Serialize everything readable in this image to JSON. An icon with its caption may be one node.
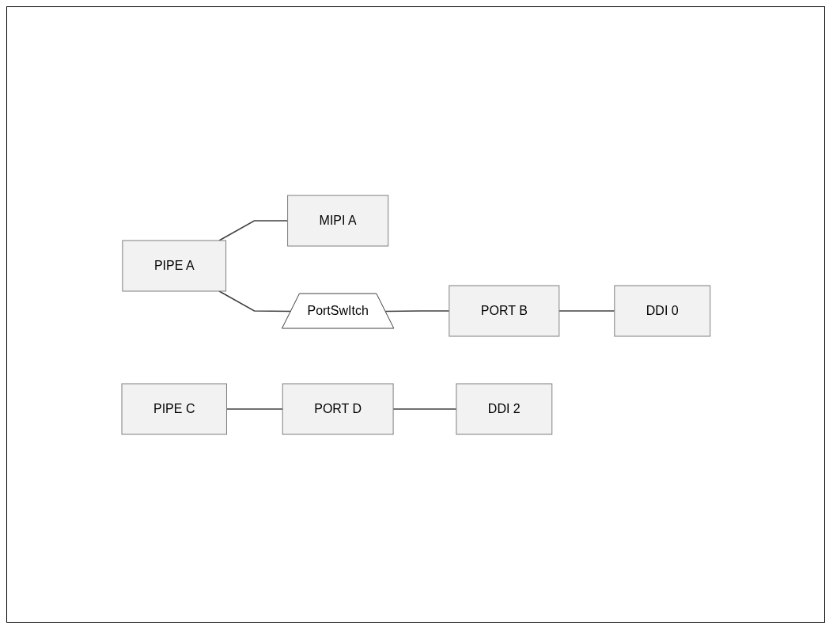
{
  "diagram": {
    "nodes": [
      {
        "text": [
          "PIPE A"
        ]
      },
      {
        "text": [
          "MIPI A"
        ]
      },
      {
        "text": [
          "PortSwItch"
        ]
      },
      {
        "text": [
          "PORT B"
        ]
      },
      {
        "text": [
          "DDI 0"
        ]
      },
      {
        "text": [
          "PIPE C"
        ]
      },
      {
        "text": [
          "PORT D"
        ]
      },
      {
        "text": [
          "DDI 2"
        ]
      }
    ],
    "edges": [
      {
        "from": 0,
        "to": 1,
        "arrow": "none"
      },
      {
        "from": 0,
        "to": 2,
        "arrow": "none"
      },
      {
        "from": 2,
        "to": 3,
        "arrow": "none"
      },
      {
        "from": 3,
        "to": 4,
        "arrow": "none"
      },
      {
        "from": 5,
        "to": 6,
        "arrow": "none"
      },
      {
        "from": 6,
        "to": 7,
        "arrow": "none"
      }
    ]
  }
}
